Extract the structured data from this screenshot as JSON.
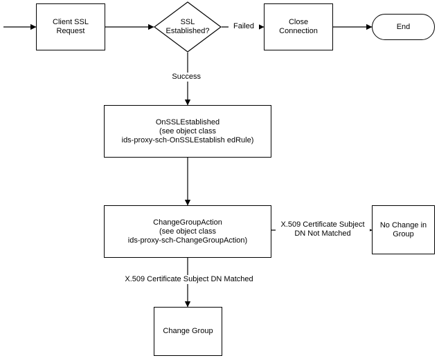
{
  "diagram": {
    "title": "Client SSL Request flow",
    "background": "#ffffff",
    "stroke": "#000000",
    "text_color": "#000000"
  },
  "nodes": {
    "client_ssl_request": "Client SSL\nRequest",
    "ssl_established": "SSL\nEstablished?",
    "close_connection": "Close\nConnection",
    "end": "End",
    "on_ssl_established": "OnSSLEstablished\n(see object class\nids-proxy-sch-OnSSLEstablish edRule)",
    "change_group_action": "ChangeGroupAction\n(see object class\nids-proxy-sch-ChangeGroupAction)",
    "no_change_in_group": "No Change in\nGroup",
    "change_group": "Change Group"
  },
  "edge_labels": {
    "failed": "Failed",
    "success": "Success",
    "dn_not_matched": "X.509 Certificate Subject\nDN Not Matched",
    "dn_matched": "X.509 Certificate Subject DN Matched"
  }
}
